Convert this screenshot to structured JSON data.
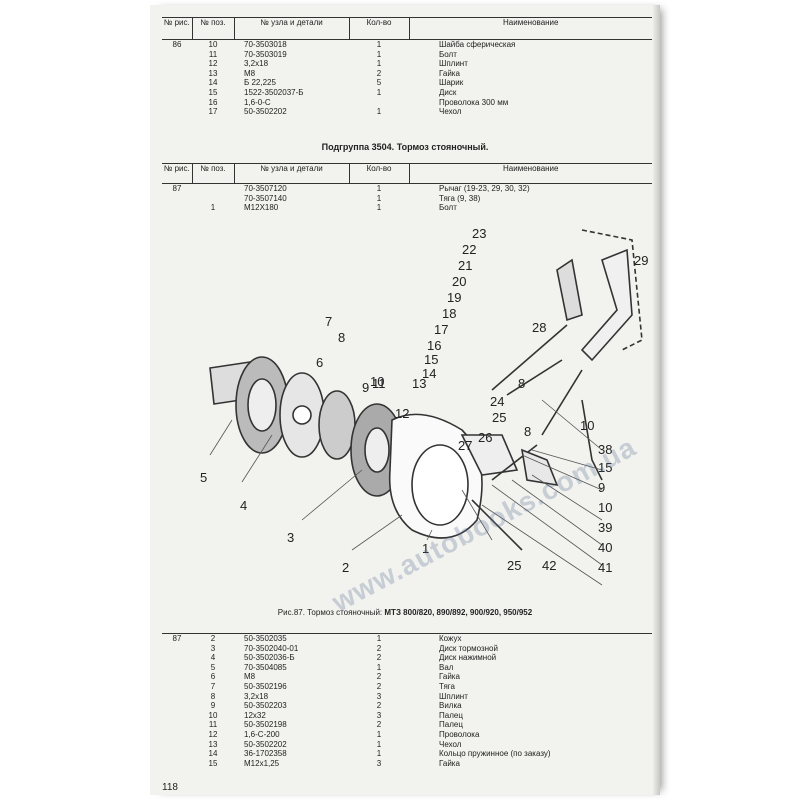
{
  "headers": {
    "fig": "№ рис.",
    "pos1": "№ поз.",
    "pos2": "№ поз.",
    "part": "№ узла и детали",
    "qty": "Кол-во",
    "name": "Наименование"
  },
  "table1": [
    {
      "fig": "86",
      "pos": "10",
      "part": "70-3503018",
      "qty": "1",
      "name": "Шайба сферическая"
    },
    {
      "fig": "",
      "pos": "11",
      "part": "70-3503019",
      "qty": "1",
      "name": "Болт"
    },
    {
      "fig": "",
      "pos": "12",
      "part": "3,2х18",
      "qty": "1",
      "name": "Шплинт"
    },
    {
      "fig": "",
      "pos": "13",
      "part": "М8",
      "qty": "2",
      "name": "Гайка"
    },
    {
      "fig": "",
      "pos": "14",
      "part": "Б 22,225",
      "qty": "5",
      "name": "Шарик"
    },
    {
      "fig": "",
      "pos": "15",
      "part": "1522-3502037-Б",
      "qty": "1",
      "name": "Диск"
    },
    {
      "fig": "",
      "pos": "16",
      "part": "1,6-0-С",
      "qty": "",
      "name": "Проволока 300 мм"
    },
    {
      "fig": "",
      "pos": "17",
      "part": "50-3502202",
      "qty": "1",
      "name": "Чехол"
    }
  ],
  "subgroup_title": "Подгруппа 3504. Тормоз стояночный.",
  "table2": [
    {
      "fig": "87",
      "pos": "",
      "part": "70-3507120",
      "qty": "1",
      "name": "Рычаг (19-23, 29, 30, 32)"
    },
    {
      "fig": "",
      "pos": "",
      "part": "70-3507140",
      "qty": "1",
      "name": "Тяга (9, 38)"
    },
    {
      "fig": "",
      "pos": "1",
      "part": "М12Х180",
      "qty": "1",
      "name": "Болт"
    }
  ],
  "figure": {
    "callouts": [
      "23",
      "22",
      "21",
      "20",
      "19",
      "18",
      "17",
      "16",
      "15",
      "14",
      "13",
      "12",
      "11",
      "10",
      "9",
      "8",
      "7",
      "6",
      "5",
      "4",
      "3",
      "2",
      "1",
      "29",
      "28",
      "8",
      "24",
      "25",
      "26",
      "27",
      "8",
      "10",
      "38",
      "15",
      "9",
      "10",
      "39",
      "40",
      "41",
      "42",
      "25"
    ],
    "watermark": "www.autobooks.com.ua"
  },
  "caption": {
    "prefix": "Рис.87. Тормоз стояночный:",
    "models": "МТЗ 800/820, 890/892, 900/920, 950/952"
  },
  "table3": [
    {
      "fig": "87",
      "pos": "2",
      "part": "50-3502035",
      "qty": "1",
      "name": "Кожух"
    },
    {
      "fig": "",
      "pos": "3",
      "part": "70-3502040-01",
      "qty": "2",
      "name": "Диск тормозной"
    },
    {
      "fig": "",
      "pos": "4",
      "part": "50-3502036-Б",
      "qty": "2",
      "name": "Диск нажимной"
    },
    {
      "fig": "",
      "pos": "5",
      "part": "70-3504085",
      "qty": "1",
      "name": "Вал"
    },
    {
      "fig": "",
      "pos": "6",
      "part": "М8",
      "qty": "2",
      "name": "Гайка"
    },
    {
      "fig": "",
      "pos": "7",
      "part": "50-3502196",
      "qty": "2",
      "name": "Тяга"
    },
    {
      "fig": "",
      "pos": "8",
      "part": "3,2х18",
      "qty": "3",
      "name": "Шплинт"
    },
    {
      "fig": "",
      "pos": "9",
      "part": "50-3502203",
      "qty": "2",
      "name": "Вилка"
    },
    {
      "fig": "",
      "pos": "10",
      "part": "12х32",
      "qty": "3",
      "name": "Палец"
    },
    {
      "fig": "",
      "pos": "11",
      "part": "50-3502198",
      "qty": "2",
      "name": "Палец"
    },
    {
      "fig": "",
      "pos": "12",
      "part": "1,6-С-200",
      "qty": "1",
      "name": "Проволока"
    },
    {
      "fig": "",
      "pos": "13",
      "part": "50-3502202",
      "qty": "1",
      "name": "Чехол"
    },
    {
      "fig": "",
      "pos": "14",
      "part": "36-1702358",
      "qty": "1",
      "name": "Кольцо пружинное (по заказу)"
    },
    {
      "fig": "",
      "pos": "15",
      "part": "М12х1,25",
      "qty": "3",
      "name": "Гайка"
    }
  ],
  "page_number": "118"
}
